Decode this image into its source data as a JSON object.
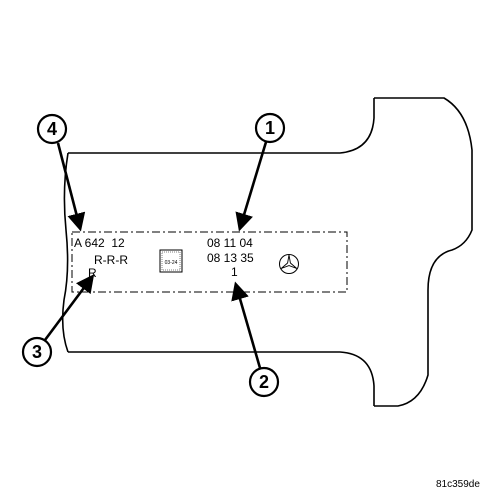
{
  "stamp": {
    "part_number": "A 642  12",
    "code_line": "R-R-R",
    "code_letter": "R",
    "serial_line1": "08 11 04",
    "serial_line2": "08 13 35",
    "serial_line3": "1",
    "matrix_code_text": "03-24"
  },
  "callouts": [
    {
      "number": "1"
    },
    {
      "number": "2"
    },
    {
      "number": "3"
    },
    {
      "number": "4"
    }
  ],
  "reference_id": "81c359de",
  "colors": {
    "line": "#000000",
    "background": "#ffffff"
  }
}
